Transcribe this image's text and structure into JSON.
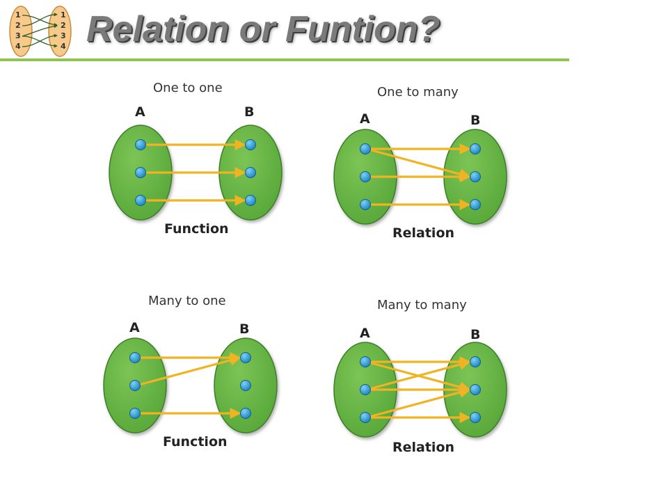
{
  "title": "Relation or Funtion?",
  "colors": {
    "accent_rule": "#8fc54f",
    "set_fill": "#58a83a",
    "arrow": "#f0b324",
    "dot": "#1f88c4",
    "title_text": "#7a7a7a"
  },
  "logo": {
    "left_numbers": [
      "1",
      "2",
      "3",
      "4"
    ],
    "right_numbers": [
      "1",
      "2",
      "3",
      "4"
    ]
  },
  "panels": [
    {
      "heading": "One to one",
      "set_a": "A",
      "set_b": "B",
      "result": "Function",
      "domain_count": 3,
      "codomain_count": 3,
      "mappings": [
        [
          1,
          1
        ],
        [
          2,
          2
        ],
        [
          3,
          3
        ]
      ]
    },
    {
      "heading": "One to many",
      "set_a": "A",
      "set_b": "B",
      "result": "Relation",
      "domain_count": 3,
      "codomain_count": 3,
      "mappings": [
        [
          1,
          1
        ],
        [
          1,
          2
        ],
        [
          2,
          2
        ],
        [
          3,
          3
        ]
      ]
    },
    {
      "heading": "Many to one",
      "set_a": "A",
      "set_b": "B",
      "result": "Function",
      "domain_count": 3,
      "codomain_count": 3,
      "mappings": [
        [
          1,
          1
        ],
        [
          2,
          1
        ],
        [
          3,
          3
        ]
      ]
    },
    {
      "heading": "Many to many",
      "set_a": "A",
      "set_b": "B",
      "result": "Relation",
      "domain_count": 3,
      "codomain_count": 3,
      "mappings": [
        [
          1,
          1
        ],
        [
          1,
          2
        ],
        [
          2,
          1
        ],
        [
          2,
          2
        ],
        [
          3,
          2
        ],
        [
          3,
          3
        ]
      ]
    }
  ]
}
